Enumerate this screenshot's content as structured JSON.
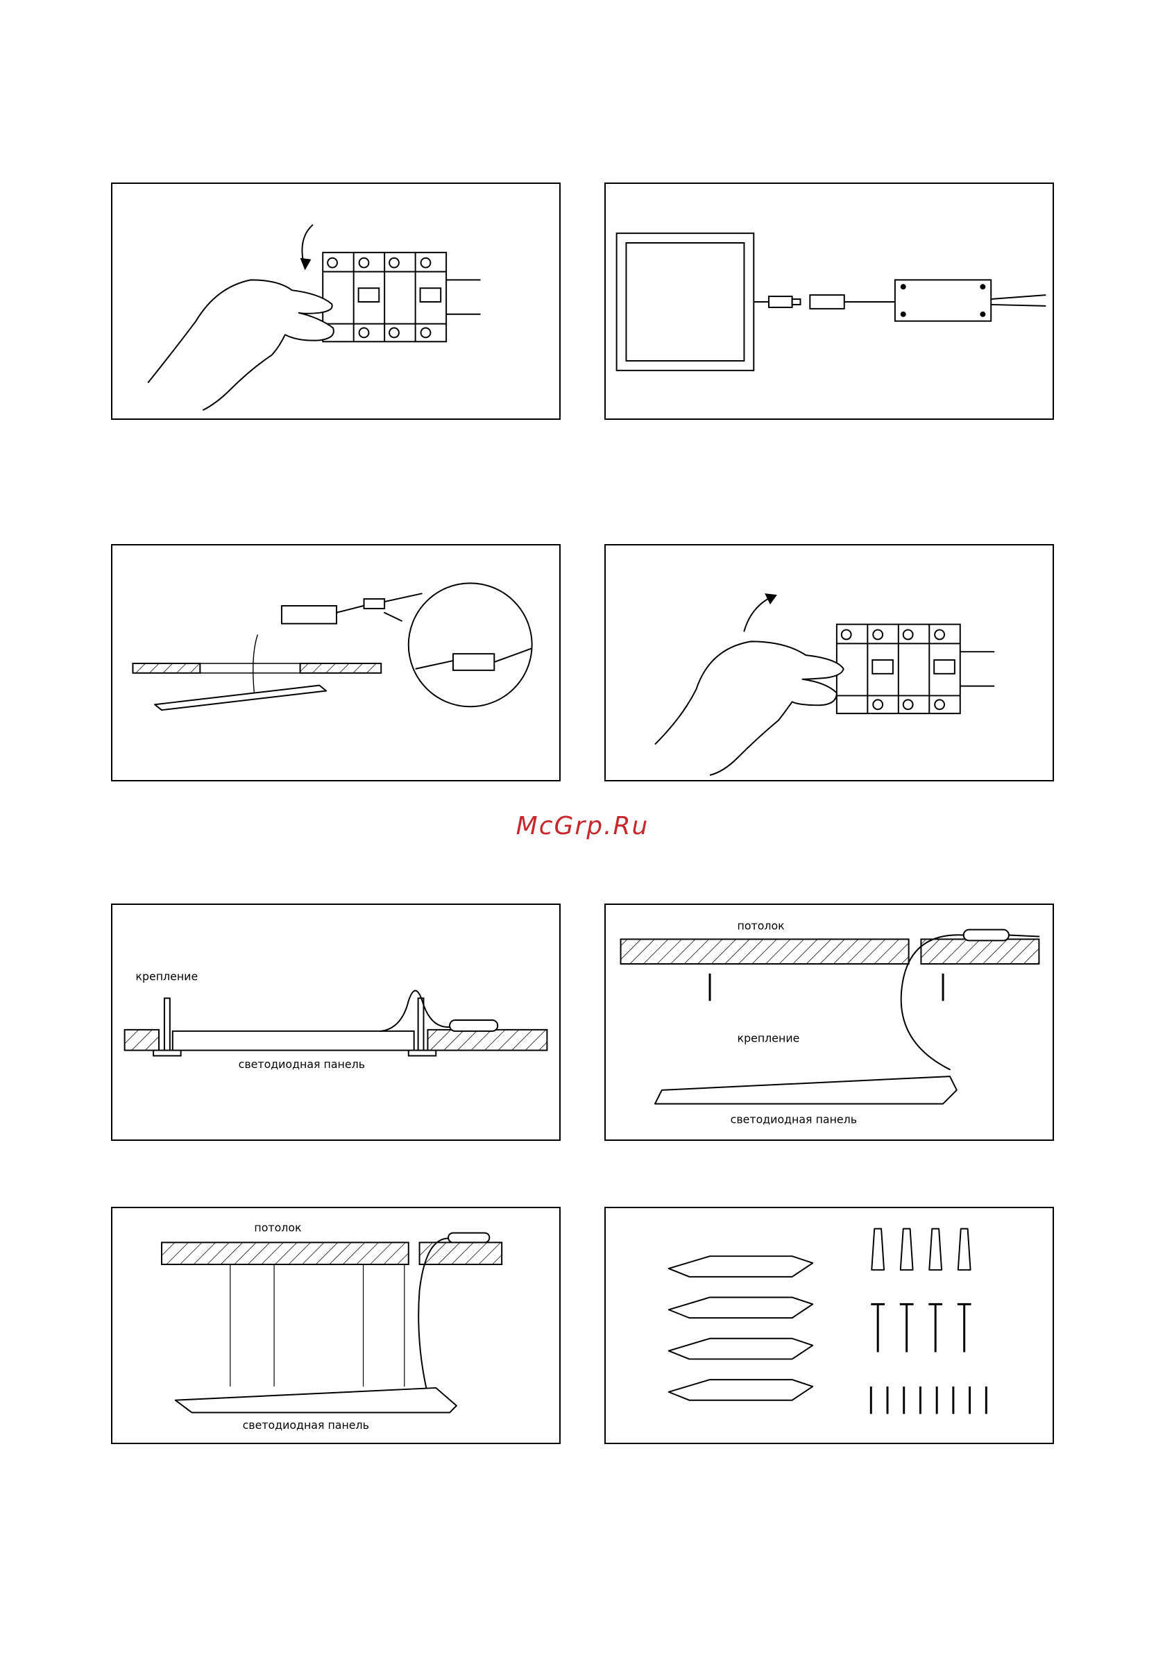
{
  "watermark": "McGrp.Ru",
  "labels": {
    "mount_p5": "крепление",
    "panel_p5": "светодиодная панель",
    "ceiling_p6": "потолок",
    "mount_p6": "крепление",
    "panel_p6": "светодиодная панель",
    "ceiling_p7": "потолок",
    "panel_p7": "светодиодная панель"
  },
  "icons": [
    "hand-icon",
    "circuit-breaker-icon",
    "arrow-icon",
    "led-panel-icon",
    "driver-icon",
    "terminal-block-icon",
    "dowel-icon",
    "screw-icon",
    "bracket-icon"
  ]
}
